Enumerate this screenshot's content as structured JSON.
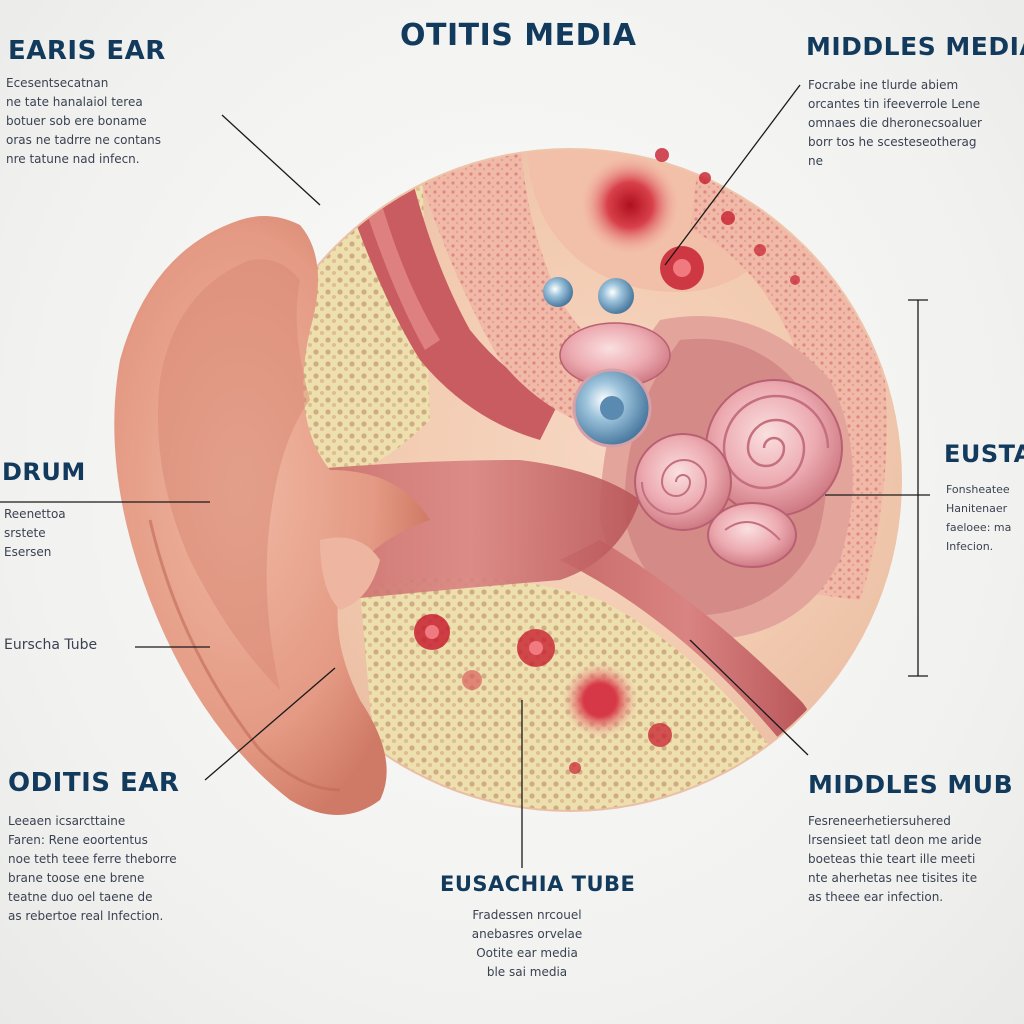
{
  "title": "OTITIS MEDIA",
  "labels": {
    "top_left": {
      "heading": "EARIS EAR",
      "body": "Ecesentsecatnan\nne tate hanalaiol terea\nbotuer sob ere boname\noras ne tadrre ne contans\nnre tatune nad infecn."
    },
    "top_right": {
      "heading": "MIDDLES MEDIA",
      "body": "Focrabe ine tlurde abiem\norcantes tin ifeeverrole Lene\nomnaes die dheronecsoaluer\nborr tos he scesteseotherag\nne"
    },
    "drum": {
      "heading": "DRUM",
      "body": "Reenettoa\nsrstete\nEsersen"
    },
    "right_mid": {
      "heading": "EUSTA",
      "body": "Fonsheatee\nHanitenaer\nfaeloee: ma\nInfecion."
    },
    "eusta_small": {
      "heading": "Eurscha Tube"
    },
    "bottom_left": {
      "heading": "ODITIS EAR",
      "body": "Leeaen icsarcttaine\nFaren: Rene eoortentus\nnoe teth teee ferre theborre\nbrane toose ene brene\nteatne duo oel taene de\nas rebertoe real Infection."
    },
    "bottom_center": {
      "heading": "EUSACHIA TUBE",
      "body": "Fradessen nrcouel\nanebasres orvelae\nOotite ear media\nble sai media"
    },
    "bottom_right": {
      "heading": "MIDDLES MUB",
      "body": "Fesreneerhetiersuhered\nlrsensieet tatl deon me aride\nboeteas thie teart ille meeti\nnte aherhetas nee tisites ite\nas theee ear infection."
    }
  },
  "colors": {
    "heading": "#123a5c",
    "leader": "#1a1a1a",
    "skin": "#e8a08a",
    "bone": "#eee2b2",
    "tissue_red": "#d0646a",
    "infection_red": "#c82030",
    "membrane_blue": "#7aa6c0"
  }
}
